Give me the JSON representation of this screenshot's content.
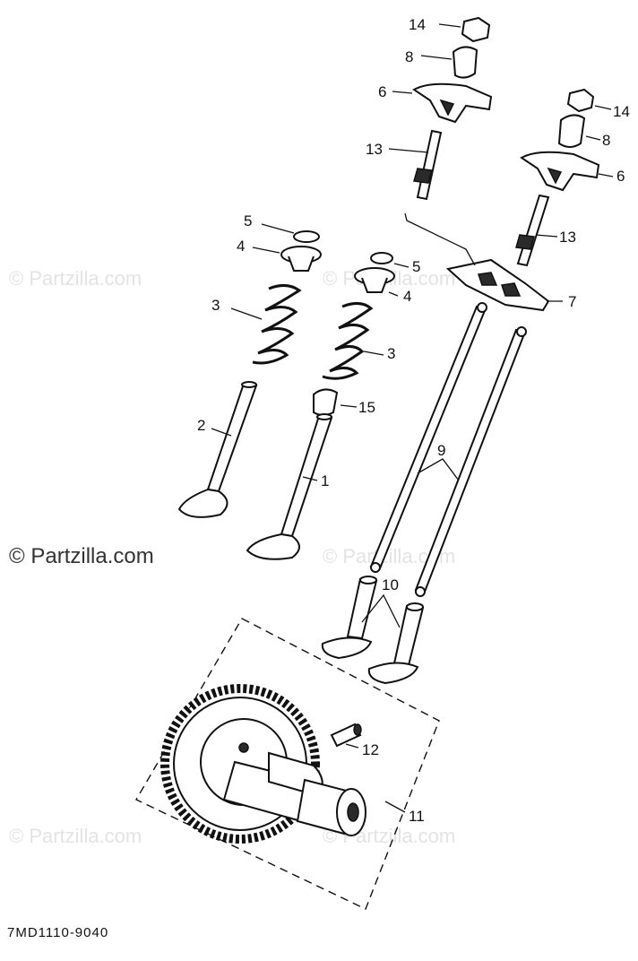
{
  "watermark": "© Partzilla.com",
  "drawing_code": "7MD1110-9040",
  "callouts": {
    "c1": "1",
    "c2": "2",
    "c3a": "3",
    "c3b": "3",
    "c4a": "4",
    "c4b": "4",
    "c5a": "5",
    "c5b": "5",
    "c6a": "6",
    "c6b": "6",
    "c7": "7",
    "c8a": "8",
    "c8b": "8",
    "c9": "9",
    "c10": "10",
    "c11": "11",
    "c12": "12",
    "c13a": "13",
    "c13b": "13",
    "c14a": "14",
    "c14b": "14",
    "c15": "15"
  }
}
